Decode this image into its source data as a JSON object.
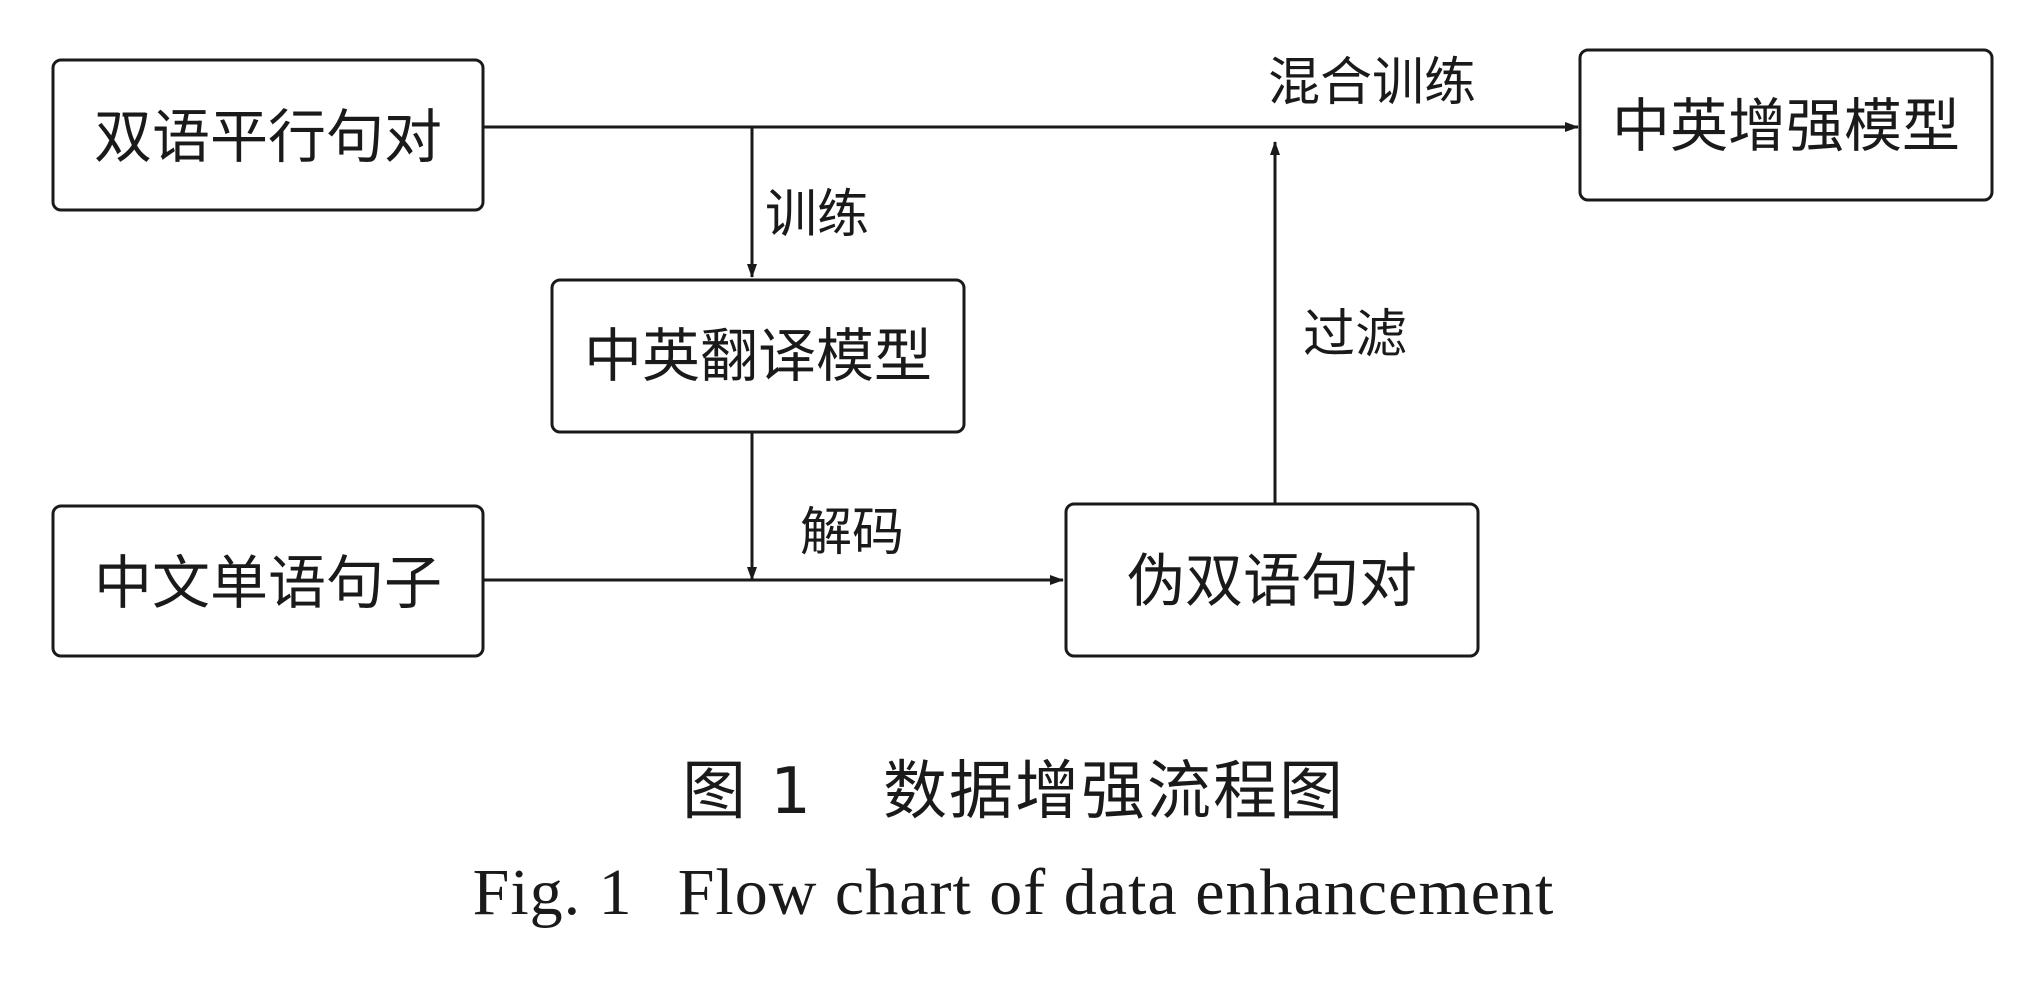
{
  "nodes": {
    "bilingual_pairs": "双语平行句对",
    "zh_en_translation_model": "中英翻译模型",
    "zh_monolingual_sentences": "中文单语句子",
    "pseudo_bilingual_pairs": "伪双语句对",
    "zh_en_enhanced_model": "中英增强模型"
  },
  "edges": {
    "train": "训练",
    "decode": "解码",
    "filter": "过滤",
    "mixed_train": "混合训练"
  },
  "caption": {
    "zh_number": "图 1",
    "zh_title": "数据增强流程图",
    "en_number": "Fig. 1",
    "en_title": "Flow chart of data enhancement"
  },
  "colors": {
    "stroke": "#1a1a1a",
    "background": "#ffffff"
  }
}
